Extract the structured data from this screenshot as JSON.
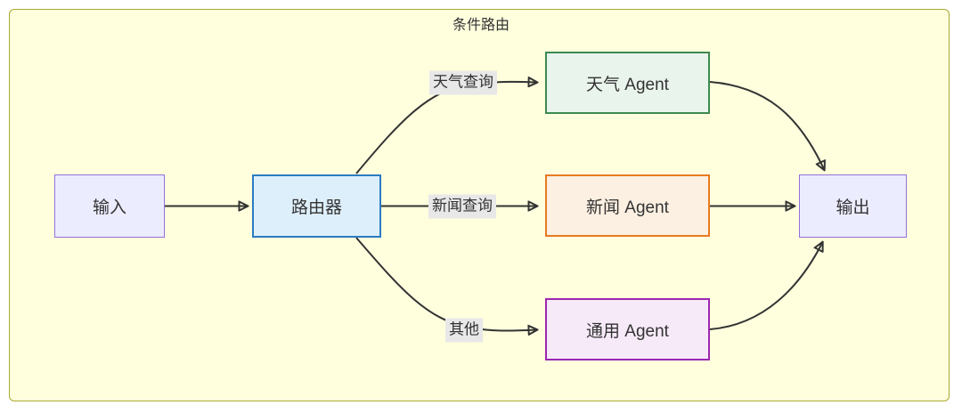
{
  "diagram": {
    "title": "条件路由",
    "type": "flowchart",
    "nodes": {
      "input": {
        "label": "输入",
        "fill": "#ECECFF",
        "stroke": "#9370DB"
      },
      "router": {
        "label": "路由器",
        "fill": "#DEEFFC",
        "stroke": "#2B7CC2"
      },
      "weather": {
        "label": "天气 Agent",
        "fill": "#E9F4EC",
        "stroke": "#3D8A51"
      },
      "news": {
        "label": "新闻 Agent",
        "fill": "#FCF0E2",
        "stroke": "#E87A21"
      },
      "general": {
        "label": "通用 Agent",
        "fill": "#F6E9F8",
        "stroke": "#9C27B0"
      },
      "output": {
        "label": "输出",
        "fill": "#ECECFF",
        "stroke": "#9370DB"
      }
    },
    "edges": [
      {
        "from": "input",
        "to": "router",
        "label": ""
      },
      {
        "from": "router",
        "to": "weather",
        "label": "天气查询"
      },
      {
        "from": "router",
        "to": "news",
        "label": "新闻查询"
      },
      {
        "from": "router",
        "to": "general",
        "label": "其他"
      },
      {
        "from": "weather",
        "to": "output",
        "label": ""
      },
      {
        "from": "news",
        "to": "output",
        "label": ""
      },
      {
        "from": "general",
        "to": "output",
        "label": ""
      }
    ],
    "colors": {
      "page_bg": "#FFFFFF",
      "cluster_fill": "#FFFFDE",
      "cluster_stroke": "#AAAA33",
      "edge_line": "#333333",
      "edge_label_bg": "#E8E8E8",
      "text": "#333333"
    }
  }
}
